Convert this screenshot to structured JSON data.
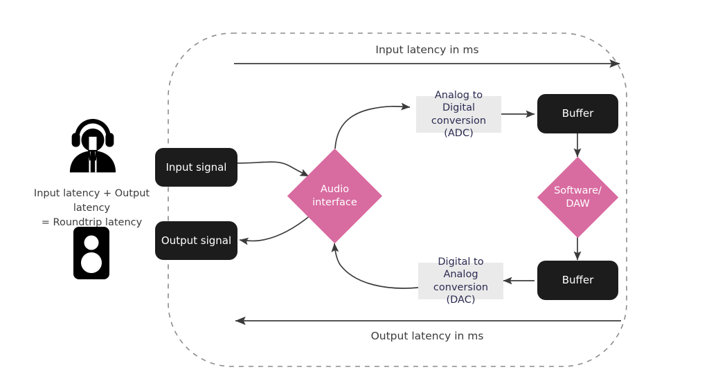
{
  "diagram": {
    "title": "Audio roundtrip latency signal flow",
    "colors": {
      "accent_pink": "#d86ba0",
      "dark_box": "#1c1c1c",
      "light_box": "#eaeaea",
      "light_box_text": "#2b2b52",
      "line": "#3b3b3b",
      "boundary_dashed": "#8c8c8c",
      "background": "#ffffff"
    },
    "caption": "Input latency + Output latency\n= Roundtrip latency",
    "icons": {
      "performer": "person-with-headphones-and-microphone-icon",
      "speaker": "studio-monitor-speaker-icon"
    },
    "rails": [
      {
        "id": "input-latency-rail",
        "label": "Input latency in ms",
        "direction": "right"
      },
      {
        "id": "output-latency-rail",
        "label": "Output latency in ms",
        "direction": "left"
      }
    ],
    "nodes": {
      "input_signal": "Input signal",
      "output_signal": "Output signal",
      "audio_interface": "Audio\ninterface",
      "adc": "Analog to Digital\nconversion (ADC)",
      "dac": "Digital to Analog\nconversion (DAC)",
      "buffer_in": "Buffer",
      "buffer_out": "Buffer",
      "software_daw": "Software/\nDAW"
    }
  }
}
